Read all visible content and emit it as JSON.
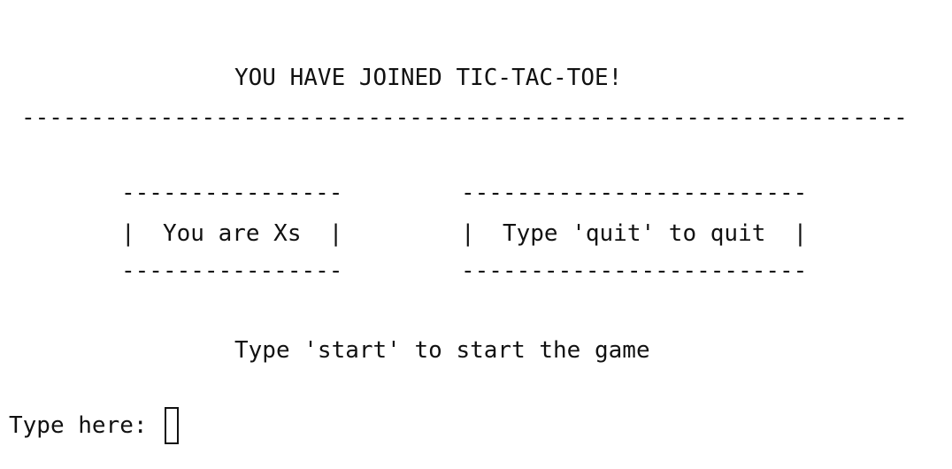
{
  "banner": {
    "title": "YOU HAVE JOINED TIC-TAC-TOE!",
    "rule": "----------------------------------------------------------------"
  },
  "info_boxes": [
    {
      "top": "----------------",
      "text": "|  You are Xs  |",
      "bottom": "----------------"
    },
    {
      "top": "-------------------------",
      "text": "|  Type 'quit' to quit  |",
      "bottom": "-------------------------"
    }
  ],
  "start_hint": "Type 'start' to start the game",
  "prompt": {
    "label": "Type here:",
    "value": ""
  }
}
